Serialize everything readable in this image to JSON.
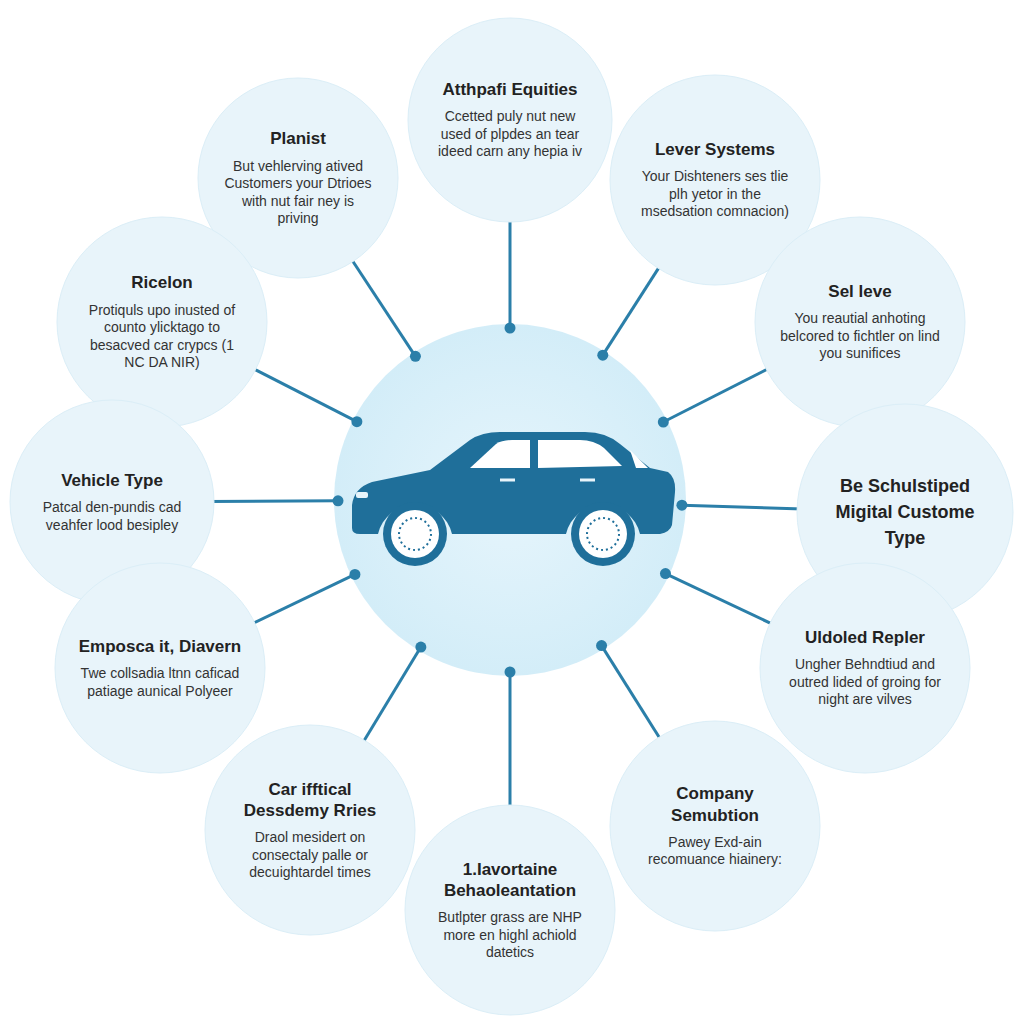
{
  "diagram": {
    "nodes": [
      {
        "text": [
          "Atthpafi Equities",
          "Ccetted puly nut new used of plpdes an tear ideed carn any hepia iv"
        ]
      },
      {
        "text": [
          "Planist",
          "But vehlerving atived Customers your Dtrioes with nut fair ney is priving"
        ]
      },
      {
        "text": [
          "Lever Systems",
          "Your Dishteners ses tlie plh yetor in the msedsation comnacion)"
        ]
      },
      {
        "text": [
          "Ricelon",
          "Protiquls upo inusted of counto ylicktago to besacved car crypcs (1 NC DA NIR)"
        ]
      },
      {
        "text": [
          "Sel leve",
          "You reautial anhoting belcored to fichtler on lind you sunifices"
        ]
      },
      {
        "text": [
          "Vehicle Type",
          "Patcal den-pundis cad veahfer lood besipley"
        ]
      },
      {
        "text": [
          "Be Schulstiped Migital Custome Type"
        ]
      },
      {
        "text": [
          "Emposca it, Diavern",
          "Twe collsadia ltnn caficad patiage aunical Polyeer"
        ]
      },
      {
        "text": [
          "Uldoled Repler",
          "Ungher Behndtiud and outred lided of groing for night are vilves"
        ]
      },
      {
        "text": [
          "Car ifftical Dessdemy Rries",
          "Draol mesidert on consectaly palle or decuightardel times"
        ]
      },
      {
        "text": [
          "Company Semubtion",
          "Pawey Exd-ain recomuance hiainery:"
        ]
      },
      {
        "text": [
          "1.Iavortaine Behaoleantation",
          "Butlpter grass are NHP more en highl achiold datetics"
        ]
      }
    ]
  }
}
